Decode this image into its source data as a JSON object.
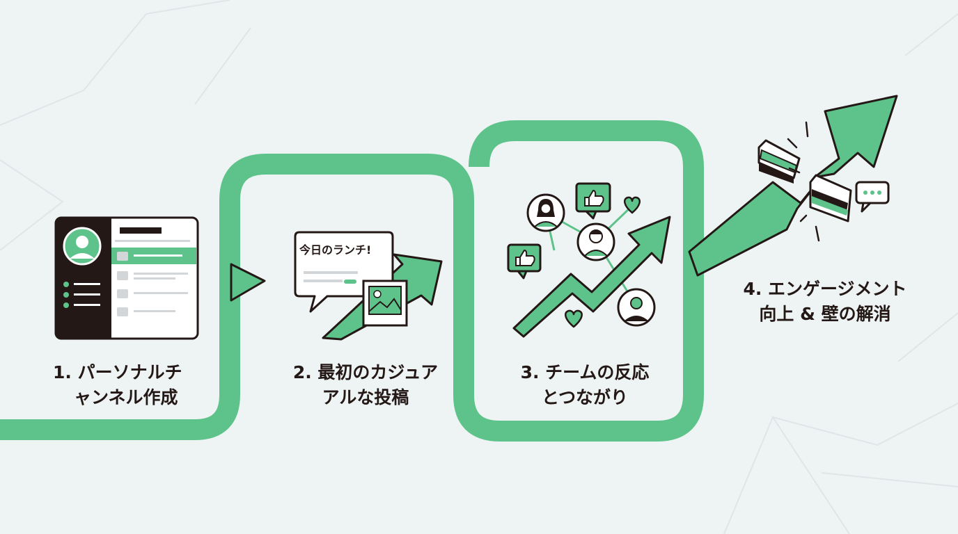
{
  "steps": [
    {
      "lines": [
        "1. パーソナルチ",
        "ャンネル作成"
      ]
    },
    {
      "lines": [
        "2. 最初のカジュア",
        "アルな投稿"
      ]
    },
    {
      "lines": [
        "3. チームの反応",
        "とつながり"
      ]
    },
    {
      "lines": [
        "4. エンゲージメント",
        "向上 & 壁の解消"
      ]
    }
  ],
  "post_bubble": {
    "text": "今日のランチ!"
  },
  "colors": {
    "accent": "#5ec38a",
    "ink": "#231815",
    "background": "#eef3f4",
    "panel": "#ffffff",
    "placeholder": "#d2d6d8"
  },
  "icons": [
    "profile-panel-icon",
    "avatar-icon",
    "play-arrow-icon",
    "speech-bubble-icon",
    "image-icon",
    "growth-arrow-icon",
    "thumbs-up-icon",
    "heart-icon",
    "person-icon",
    "broken-wall-icon",
    "chat-dots-icon"
  ]
}
